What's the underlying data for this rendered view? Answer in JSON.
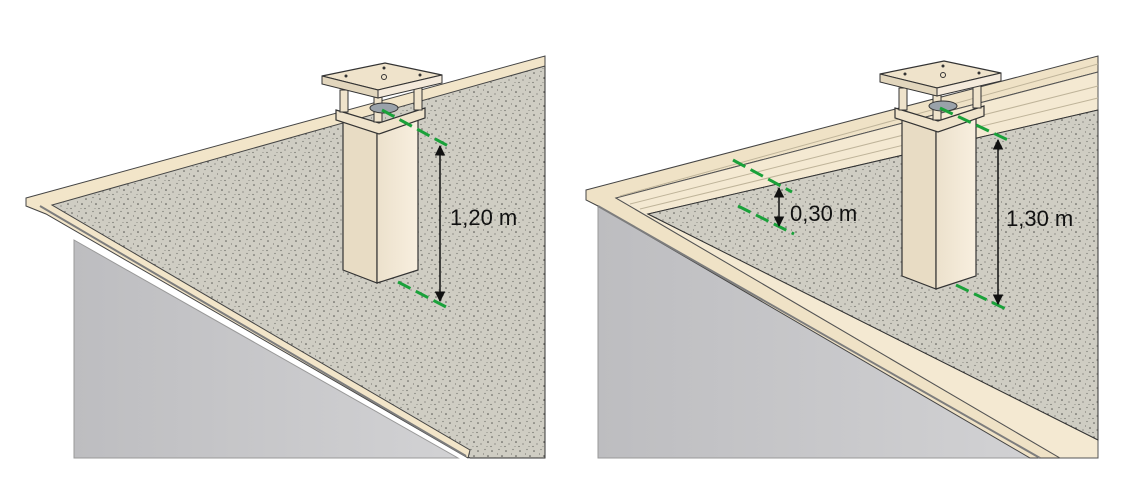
{
  "panels": [
    {
      "label": "1,20 m",
      "roof_type": "flat-roof-no-parapet"
    },
    {
      "label_parapet": "0,30 m",
      "label_chimney": "1,30 m",
      "roof_type": "flat-roof-with-parapet"
    }
  ],
  "colors": {
    "roof_speckle": "#c9c7bd",
    "wall_grey": "#c6c6c8",
    "trim_cream": "#f3e6cc",
    "chimney_cream": "#f4e9d5",
    "guide_green": "#1aa13a",
    "outline": "#222222"
  }
}
